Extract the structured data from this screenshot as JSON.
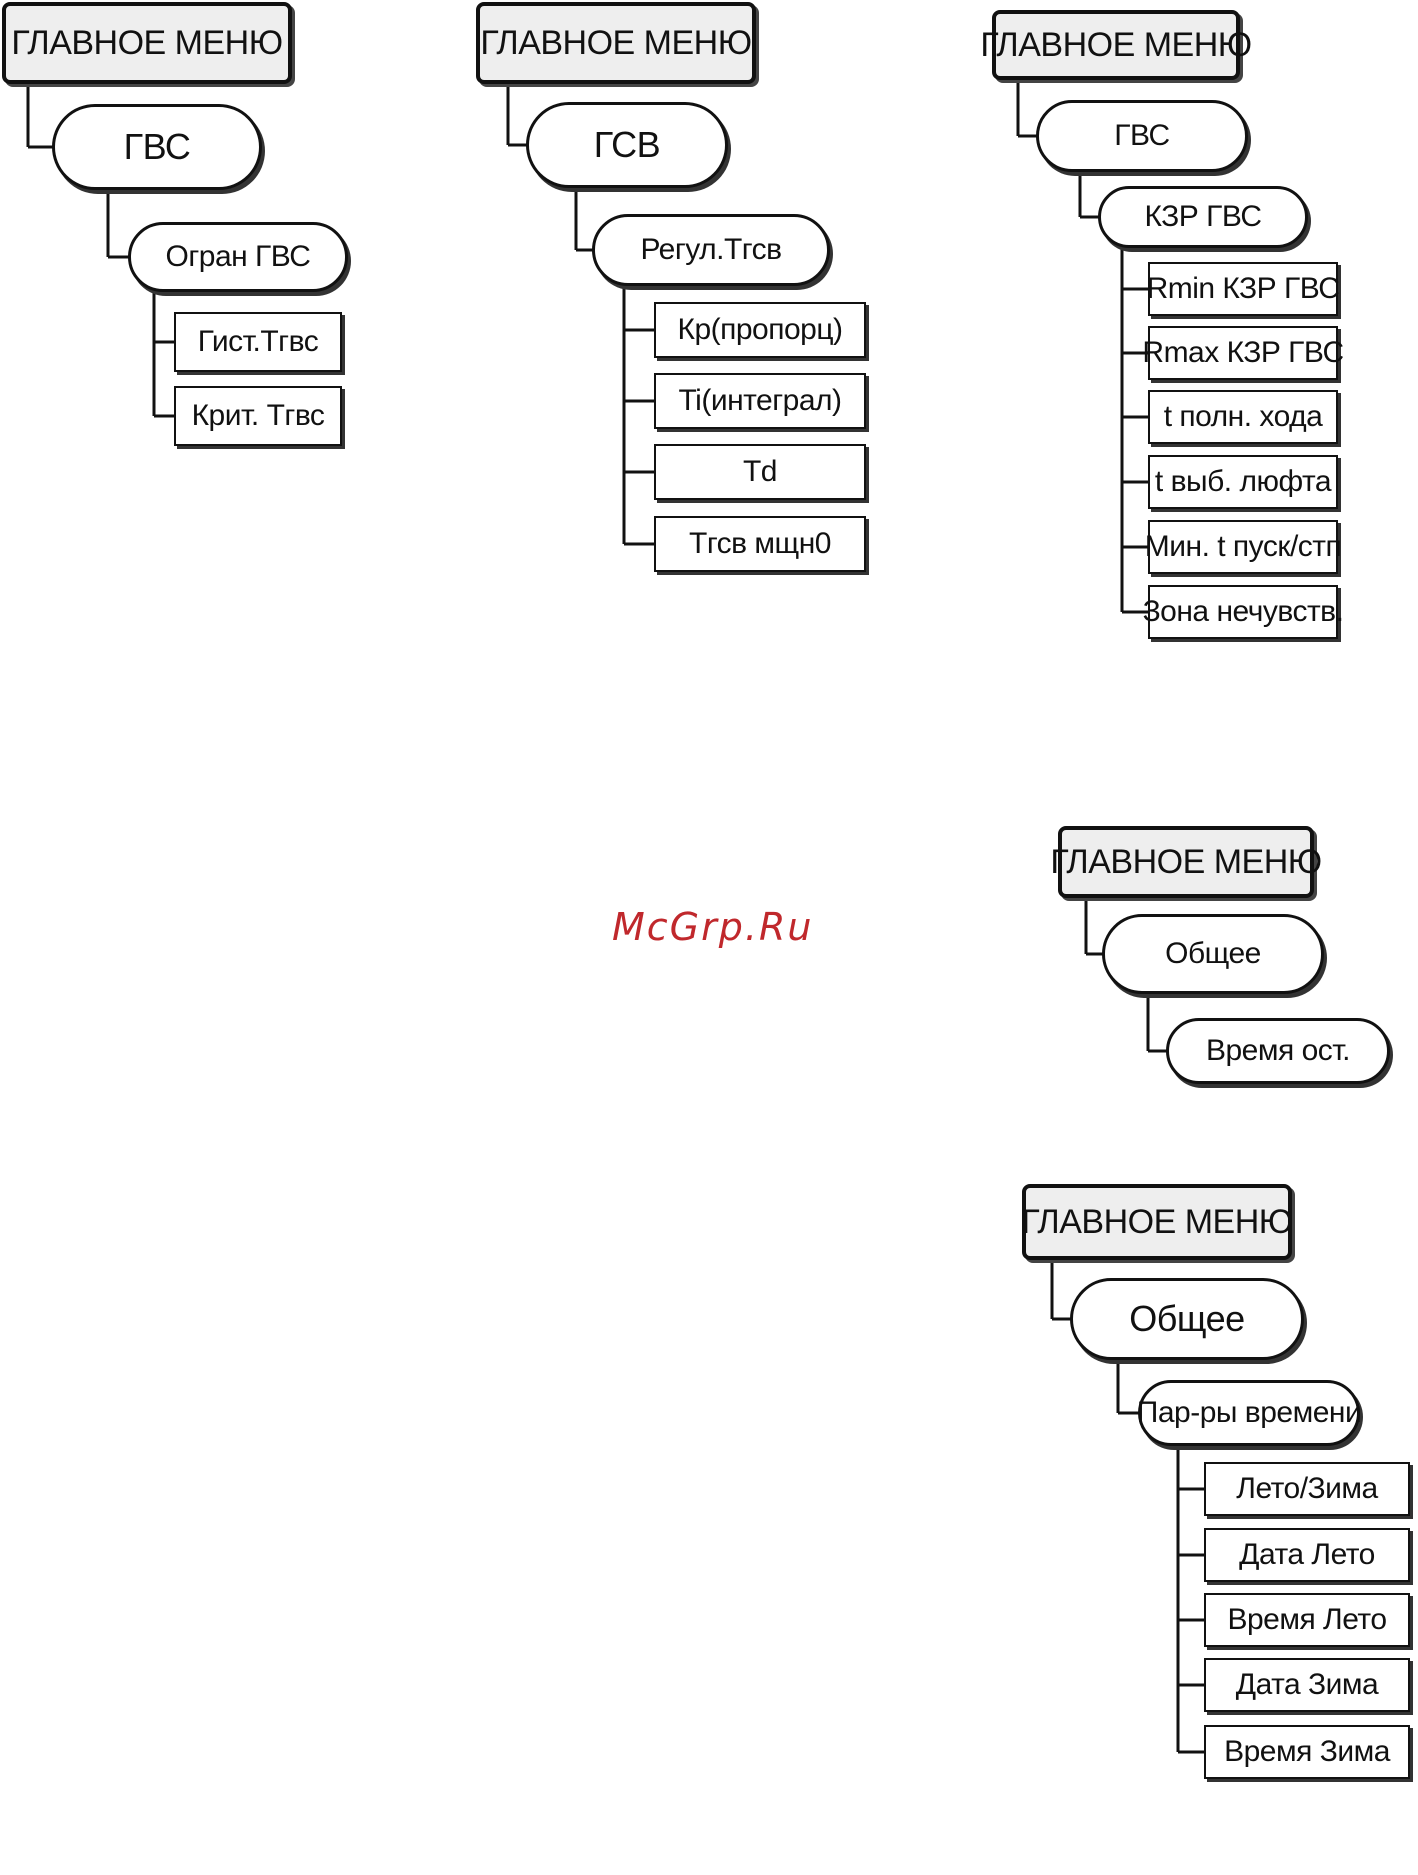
{
  "diagrams": [
    {
      "id": "d1",
      "root": "ГЛАВНОЕ МЕНЮ",
      "level1": "ГВС",
      "level2": "Огран ГВС",
      "leaves": [
        "Гист.Тгвс",
        "Крит. Тгвс"
      ]
    },
    {
      "id": "d2",
      "root": "ГЛАВНОЕ МЕНЮ",
      "level1": "ГСВ",
      "level2": "Регул.Тгсв",
      "leaves": [
        "Кр(пропорц)",
        "Ti(интеграл)",
        "Td",
        "Тгсв мщн0"
      ]
    },
    {
      "id": "d3",
      "root": "ГЛАВНОЕ МЕНЮ",
      "level1": "ГВС",
      "level2": "КЗР ГВС",
      "leaves": [
        "Rmin КЗР ГВС",
        "Rmax КЗР ГВС",
        "t полн. хода",
        "t выб. люфта",
        "Мин. t пуск/стп",
        "Зона нечувств."
      ]
    },
    {
      "id": "d4",
      "root": "ГЛАВНОЕ МЕНЮ",
      "level1": "Общее",
      "level2": "Время ост.",
      "leaves": []
    },
    {
      "id": "d5",
      "root": "ГЛАВНОЕ МЕНЮ",
      "level1": "Общее",
      "level2": "Пар-ры времени",
      "leaves": [
        "Лето/Зима",
        "Дата Лето",
        "Время Лето",
        "Дата Зима",
        "Время Зима"
      ]
    }
  ],
  "watermark": "McGrp.Ru"
}
